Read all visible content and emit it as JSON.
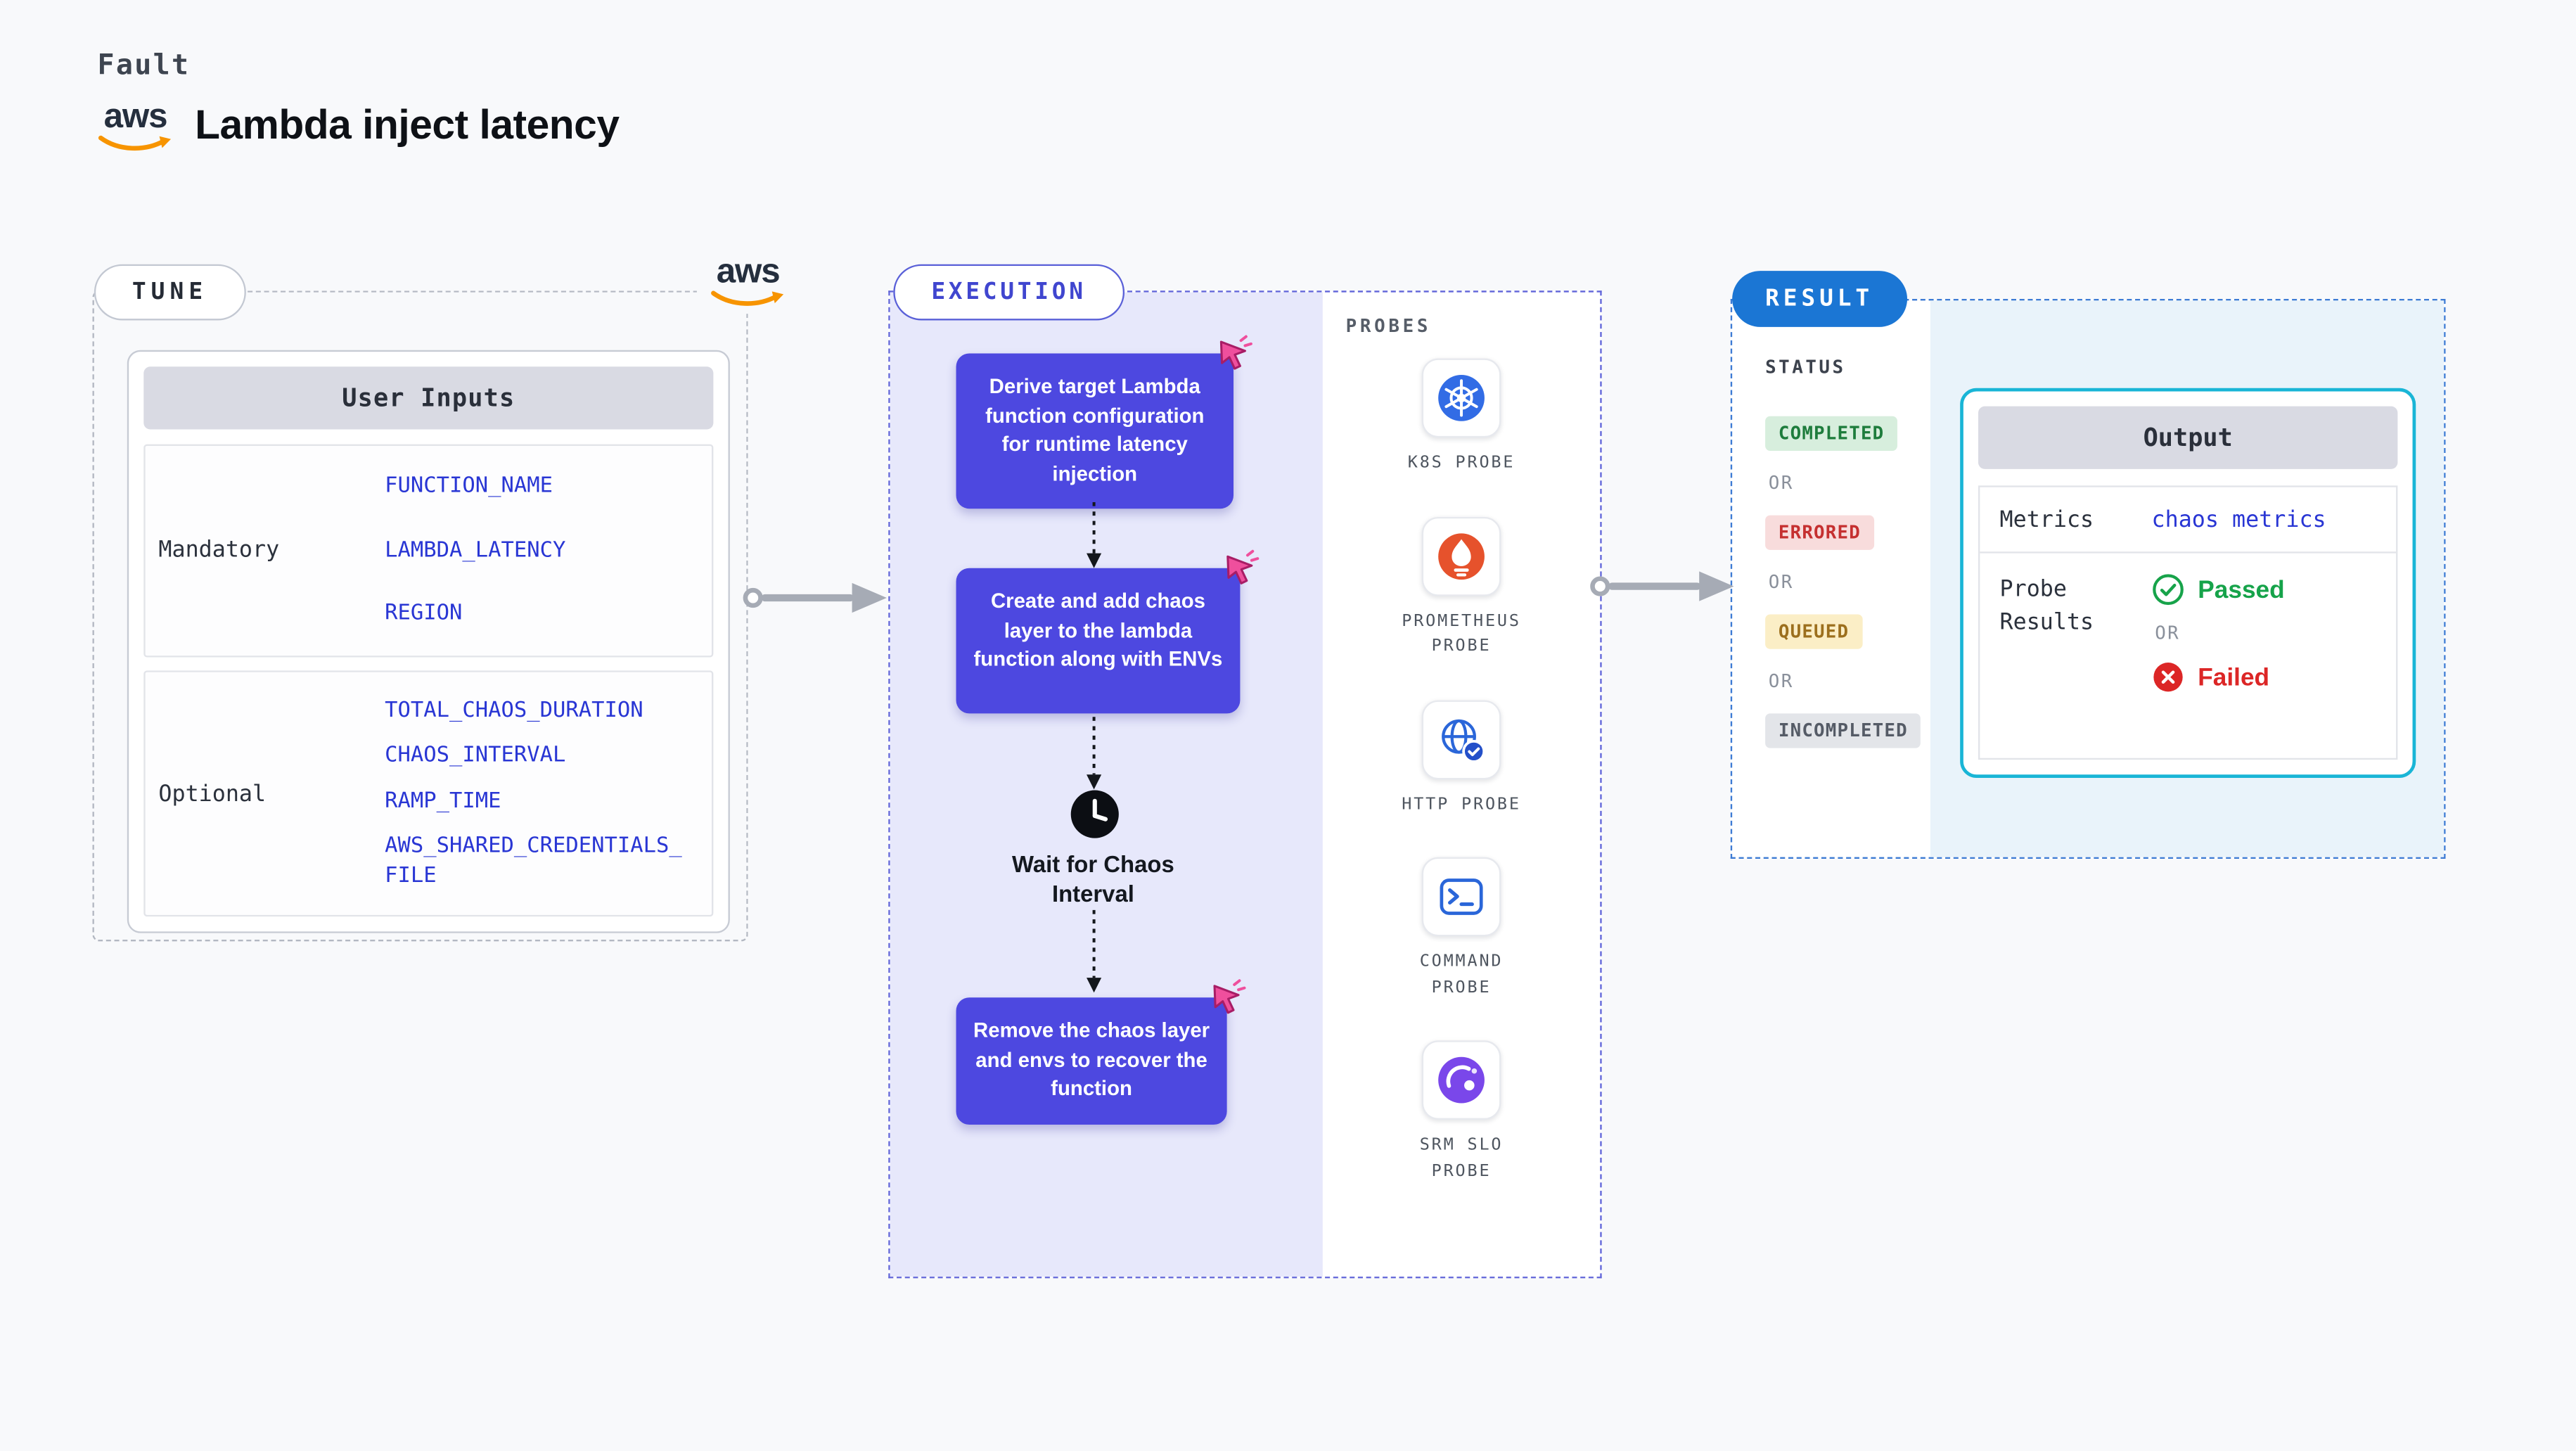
{
  "header": {
    "kicker": "Fault",
    "title": "Lambda inject latency"
  },
  "brand": {
    "aws_text": "aws"
  },
  "tune": {
    "pill_label": "TUNE",
    "table": {
      "header": "User Inputs",
      "rows": [
        {
          "label": "Mandatory",
          "values": [
            "FUNCTION_NAME",
            "LAMBDA_LATENCY",
            "REGION"
          ]
        },
        {
          "label": "Optional",
          "values": [
            "TOTAL_CHAOS_DURATION",
            "CHAOS_INTERVAL",
            "RAMP_TIME",
            "AWS_SHARED_CREDENTIALS_FILE"
          ]
        }
      ]
    }
  },
  "execution": {
    "pill_label": "EXECUTION",
    "steps": [
      "Derive target Lambda function configuration for runtime latency injection",
      "Create and add chaos layer to the lambda function along with ENVs",
      "Wait for Chaos Interval",
      "Remove the chaos layer and envs to recover the function"
    ],
    "probes": {
      "label": "PROBES",
      "items": [
        {
          "name": "K8S PROBE",
          "icon": "k8s-probe-icon"
        },
        {
          "name": "PROMETHEUS PROBE",
          "icon": "prometheus-probe-icon"
        },
        {
          "name": "HTTP PROBE",
          "icon": "http-probe-icon"
        },
        {
          "name": "COMMAND PROBE",
          "icon": "command-probe-icon"
        },
        {
          "name": "SRM SLO PROBE",
          "icon": "srm-slo-probe-icon"
        }
      ]
    }
  },
  "result": {
    "pill_label": "RESULT",
    "status": {
      "label": "STATUS",
      "or_label": "OR",
      "badges": [
        {
          "text": "COMPLETED",
          "bg": "#d7eedd",
          "color": "#1e7c3c"
        },
        {
          "text": "ERRORED",
          "bg": "#f8dcdc",
          "color": "#c53030"
        },
        {
          "text": "QUEUED",
          "bg": "#fbeec6",
          "color": "#9c6f1d"
        },
        {
          "text": "INCOMPLETED",
          "bg": "#e3e5e9",
          "color": "#555b66"
        }
      ]
    },
    "output": {
      "header": "Output",
      "metrics_label": "Metrics",
      "metrics_value": "chaos metrics",
      "probe_results_label": "Probe Results",
      "passed_label": "Passed",
      "or_label": "OR",
      "failed_label": "Failed"
    }
  },
  "colors": {
    "page_bg": "#f8f9fb",
    "action_box_purple": "#4d48e0",
    "execution_panel_lavender": "#e7e8fb",
    "code_blue": "#2936d4",
    "result_pill_blue": "#1b76d4",
    "output_border_cyan": "#19b5d6",
    "arrow_gray": "#a6abb5",
    "cursor_pink": "#ef4f9d",
    "k8s_blue": "#326ce5",
    "prometheus_orange": "#e6522c",
    "srm_purple": "#7a47ea",
    "aws_orange": "#f79400",
    "passed_green": "#16a34a",
    "failed_red": "#dc2626"
  }
}
